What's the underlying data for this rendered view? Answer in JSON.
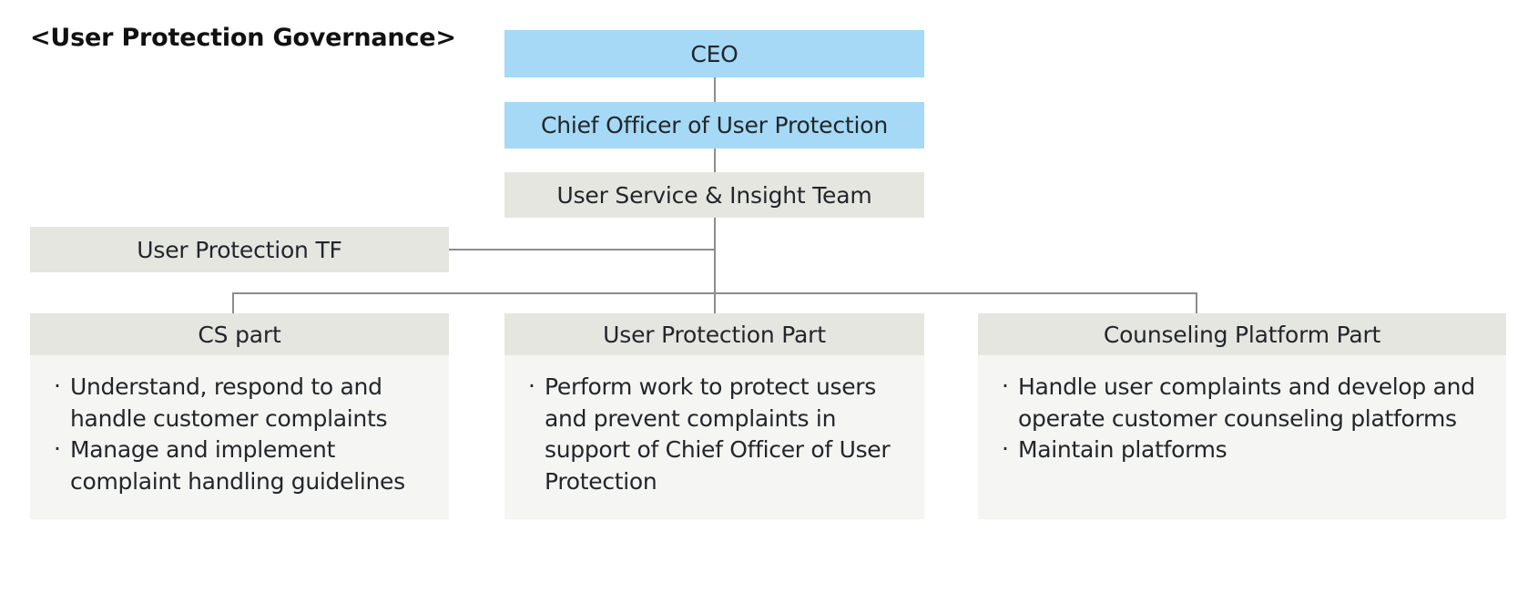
{
  "title": "<User Protection Governance>",
  "colors": {
    "executive_box": "#a5d9f5",
    "unit_box": "#e6e6e1",
    "panel_body": "#f5f5f3",
    "connector": "#8d8d8d",
    "text": "#22262b"
  },
  "nodes": {
    "ceo": "CEO",
    "chief_officer": "Chief Officer of User Protection",
    "insight_team": "User Service & Insight Team",
    "task_force": "User Protection TF"
  },
  "columns": [
    {
      "header": "CS part",
      "items": [
        "Understand, respond to and handle customer complaints",
        "Manage and implement complaint handling guidelines"
      ]
    },
    {
      "header": "User Protection Part",
      "items": [
        "Perform work to protect users and prevent complaints in support of Chief Officer of User Protection"
      ]
    },
    {
      "header": "Counseling Platform Part",
      "items": [
        "Handle user complaints and develop and operate customer counseling platforms",
        "Maintain platforms"
      ]
    }
  ]
}
